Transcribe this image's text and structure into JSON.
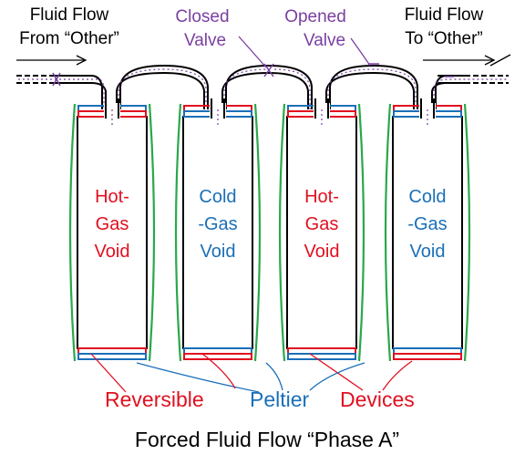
{
  "labels": {
    "fluid_flow_from_line1": "Fluid Flow",
    "fluid_flow_from_line2": "From “Other”",
    "closed_valve_line1": "Closed",
    "closed_valve_line2": "Valve",
    "opened_valve_line1": "Opened",
    "opened_valve_line2": "Valve",
    "fluid_flow_to_line1": "Fluid Flow",
    "fluid_flow_to_line2": "To “Other”"
  },
  "voids": [
    {
      "line1": "Hot-",
      "line2": "Gas",
      "line3": "Void",
      "kind": "hot"
    },
    {
      "line1": "Cold",
      "line2": "-Gas",
      "line3": "Void",
      "kind": "cold"
    },
    {
      "line1": "Hot-",
      "line2": "Gas",
      "line3": "Void",
      "kind": "hot"
    },
    {
      "line1": "Cold",
      "line2": "-Gas",
      "line3": "Void",
      "kind": "cold"
    }
  ],
  "legend": {
    "word1": "Reversible",
    "word2": "Peltier",
    "word3": "Devices"
  },
  "caption": "Forced Fluid Flow “Phase A”",
  "colors": {
    "hot": "#e01020",
    "cold": "#1a6fb8",
    "valve": "#7a3fa0",
    "outer": "#2aa84a",
    "black": "#000000"
  }
}
